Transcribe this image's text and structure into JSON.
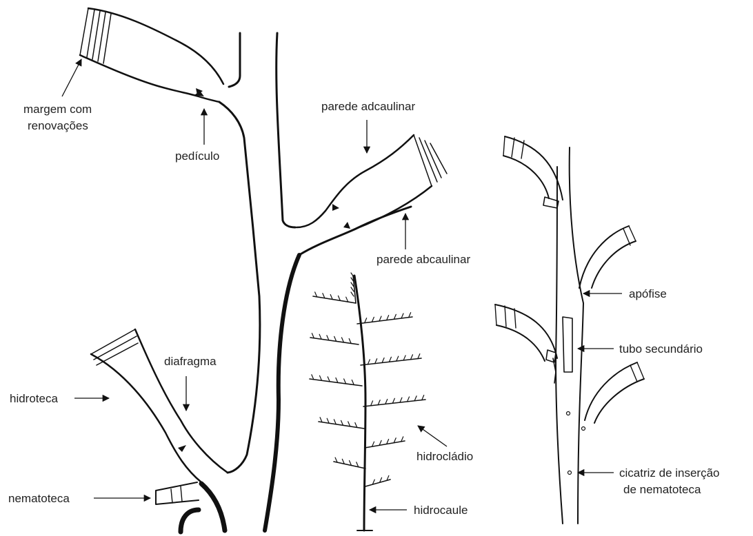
{
  "colors": {
    "ink": "#111111",
    "label": "#222222",
    "background": "#ffffff"
  },
  "labels": {
    "margem_line1": "margem com",
    "margem_line2": "renovações",
    "pediculo": "pedículo",
    "parede_adcaulinar": "parede adcaulinar",
    "parede_abcaulinar": "parede abcaulinar",
    "apofise": "apófise",
    "tubo_secundario": "tubo secundário",
    "diafragma": "diafragma",
    "hidroteca": "hidroteca",
    "hidrocladio": "hidrocládio",
    "nematoteca": "nematoteca",
    "hidrocaule": "hidrocaule",
    "cicatriz_line1": "cicatriz de inserção",
    "cicatriz_line2": "de nematoteca"
  }
}
